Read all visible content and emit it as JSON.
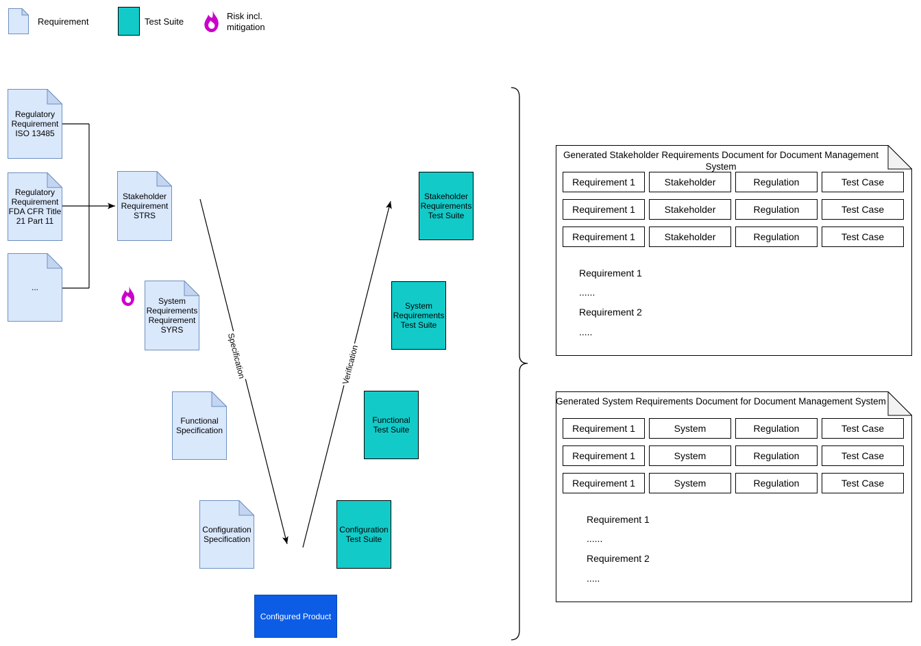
{
  "legend": {
    "requirement": "Requirement",
    "test_suite": "Test Suite",
    "risk_line1": "Risk incl.",
    "risk_line2": "mitigation"
  },
  "colors": {
    "doc_fill": "#dae8fc",
    "doc_border": "#6c8ebf",
    "doc_fold": "#c3d5f0",
    "test_suite_fill": "#12cbc9",
    "flame_magenta": "#cc00cc",
    "product_blue": "#0c5ce6",
    "panel_fold": "#f2f2f2",
    "line_black": "#000000"
  },
  "nodes": {
    "reg_iso": "Regulatory Requirement ISO 13485",
    "reg_fda": "Regulatory Requirement FDA CFR Title 21 Part 11",
    "reg_more": "...",
    "strs": "Stakeholder Requirement STRS",
    "syrs": "System Requirements Requirement SYRS",
    "functional_spec": "Functional Specification",
    "config_spec": "Configuration Specification",
    "suite_stakeholder": "Stakeholder Requirements Test Suite",
    "suite_system": "System Requirements Test Suite",
    "suite_functional": "Functional Test Suite",
    "suite_configuration": "Configuration Test Suite",
    "product": "Configured Product"
  },
  "edges": {
    "specification": "Specification",
    "verification": "Verification"
  },
  "panels": [
    {
      "title": "Generated Stakeholder Requirements Document for Document Management System",
      "rows": [
        [
          "Requirement 1",
          "Stakeholder",
          "Regulation",
          "Test Case"
        ],
        [
          "Requirement 1",
          "Stakeholder",
          "Regulation",
          "Test Case"
        ],
        [
          "Requirement 1",
          "Stakeholder",
          "Regulation",
          "Test Case"
        ]
      ],
      "body": [
        "Requirement 1",
        "......",
        "Requirement 2",
        "....."
      ]
    },
    {
      "title": "Generated System Requirements Document for Document Management System",
      "rows": [
        [
          "Requirement 1",
          "System",
          "Regulation",
          "Test Case"
        ],
        [
          "Requirement 1",
          "System",
          "Regulation",
          "Test Case"
        ],
        [
          "Requirement 1",
          "System",
          "Regulation",
          "Test Case"
        ]
      ],
      "body": [
        "Requirement 1",
        "......",
        "Requirement 2",
        "....."
      ]
    }
  ]
}
